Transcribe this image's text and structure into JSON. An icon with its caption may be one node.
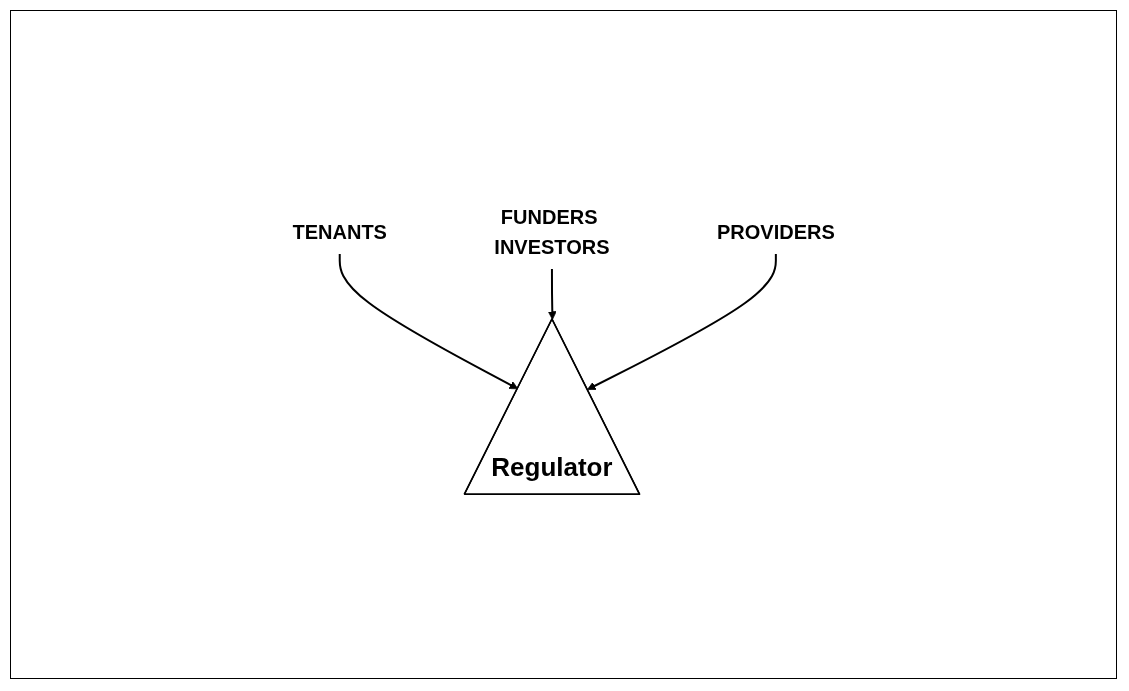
{
  "diagram": {
    "nodes": [
      {
        "text": [
          "Regulator"
        ]
      },
      {
        "text": [
          "TENANTS"
        ]
      },
      {
        "text": [
          "FUNDERS INVESTORS"
        ]
      },
      {
        "text": [
          "PROVIDERS"
        ]
      }
    ],
    "edges": [
      {
        "from": 1,
        "to": 0,
        "arrow": "to"
      },
      {
        "from": 2,
        "to": 0,
        "arrow": "to"
      },
      {
        "from": 3,
        "to": 0,
        "arrow": "to"
      }
    ]
  }
}
